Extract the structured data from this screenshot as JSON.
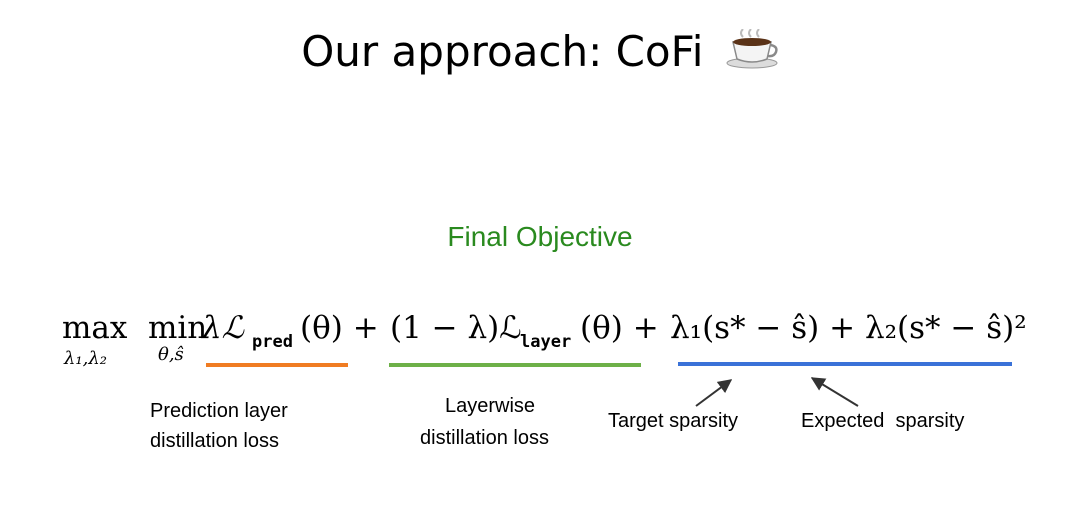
{
  "slide": {
    "title": "Our approach: CoFi",
    "title_icon": "coffee-cup-icon",
    "subtitle": "Final Objective",
    "colors": {
      "subtitle": "#2a8a1f",
      "pred_underline": "#f07c22",
      "layer_underline": "#6db048",
      "sparsity_underline": "#3a72d8"
    },
    "formula": {
      "max": "max",
      "max_sub": "λ₁,λ₂",
      "min": "min",
      "min_sub": "θ,ŝ",
      "term_pred": "λℒ",
      "term_pred_sub": "pred",
      "term_pred_arg": "(θ) +",
      "term_layer": "(1 − λ)ℒ",
      "term_layer_sub": "layer",
      "term_layer_arg": "(θ) +",
      "term_sparsity": "λ₁(s* − ŝ) + λ₂(s* − ŝ)²"
    },
    "labels": {
      "pred_line1": "Prediction layer",
      "pred_line2": "distillation loss",
      "layer_line1": "Layerwise",
      "layer_line2": "distillation loss",
      "target": "Target sparsity",
      "expected": "Expected  sparsity"
    }
  }
}
